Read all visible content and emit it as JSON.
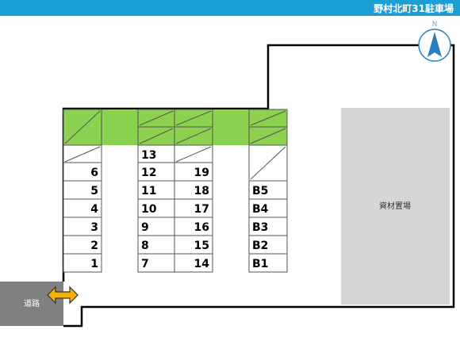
{
  "header": {
    "title": "野村北町31駐車場"
  },
  "compass": {
    "north_label": "N",
    "icon": "compass-north-icon"
  },
  "areas": {
    "materials": "資材置場",
    "road": "道路"
  },
  "colors": {
    "header": "#1a9ed3",
    "green": "#8cd150",
    "materials_area": "#d6d6d6",
    "road_area": "#808080",
    "arrow": "#f4b400",
    "compass": "#2a7fc1"
  },
  "parking": {
    "column_a": [
      "6",
      "5",
      "4",
      "3",
      "2",
      "1"
    ],
    "column_b_left": [
      "13",
      "12",
      "11",
      "10",
      "9",
      "8",
      "7"
    ],
    "column_b_right": [
      "19",
      "18",
      "17",
      "16",
      "15",
      "14"
    ],
    "column_c": [
      "B5",
      "B4",
      "B3",
      "B2",
      "B1"
    ]
  }
}
